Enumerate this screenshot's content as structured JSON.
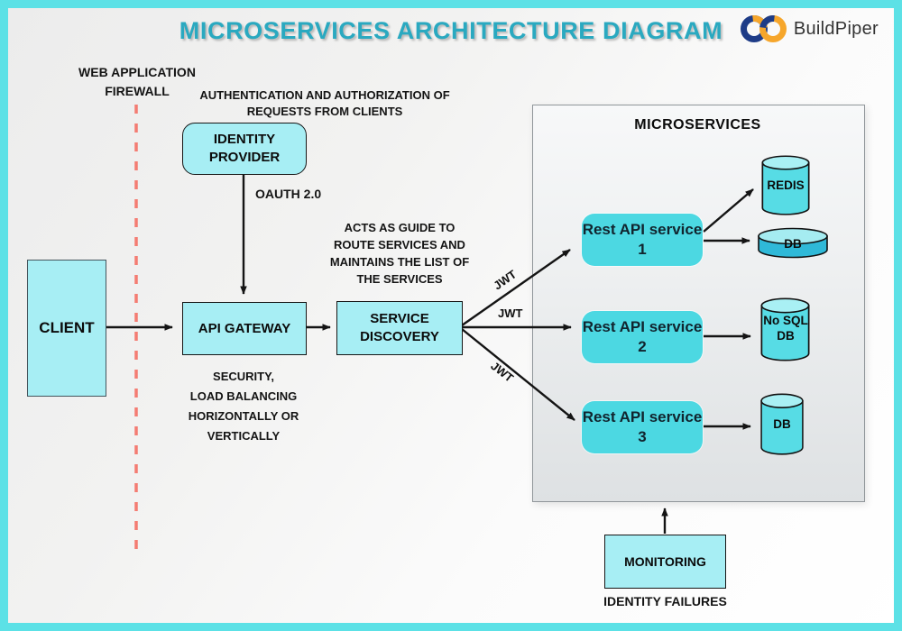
{
  "header": {
    "title": "MICROSERVICES ARCHITECTURE DIAGRAM",
    "brand_name": "BuildPiper"
  },
  "firewall": {
    "label": "WEB APPLICATION\nFIREWALL"
  },
  "client": {
    "label": "CLIENT"
  },
  "auth": {
    "note": "AUTHENTICATION AND AUTHORIZATION OF\nREQUESTS FROM CLIENTS",
    "identity_provider_label": "IDENTITY\nPROVIDER",
    "oauth_label": "OAUTH 2.0"
  },
  "gateway": {
    "label": "API GATEWAY",
    "note": "SECURITY,\nLOAD BALANCING\nHORIZONTALLY OR\nVERTICALLY"
  },
  "discovery": {
    "label": "SERVICE\nDISCOVERY",
    "note": "ACTS AS GUIDE TO\nROUTE SERVICES AND\nMAINTAINS THE LIST OF\nTHE SERVICES",
    "jwt_labels": [
      "JWT",
      "JWT",
      "JWT"
    ]
  },
  "microservices": {
    "panel_title": "MICROSERVICES",
    "services": [
      {
        "label": "Rest API service",
        "number": "1"
      },
      {
        "label": "Rest API service",
        "number": "2"
      },
      {
        "label": "Rest API service",
        "number": "3"
      }
    ],
    "databases": [
      {
        "label": "REDIS"
      },
      {
        "label": "DB"
      },
      {
        "label": "No SQL\nDB"
      },
      {
        "label": "DB"
      }
    ]
  },
  "monitoring": {
    "label": "MONITORING",
    "note": "IDENTITY FAILURES"
  },
  "colors": {
    "frame_border": "#5ce1e6",
    "title_text": "#2aa9c0",
    "box_fill": "#a7eef4",
    "service_fill": "#4cd8e2",
    "cylinder_body": "#57dce5",
    "cylinder_top": "#a9f0f4",
    "disk_body": "#2fb9d8",
    "firewall_dash": "#f47c72",
    "arrow": "#141414"
  }
}
